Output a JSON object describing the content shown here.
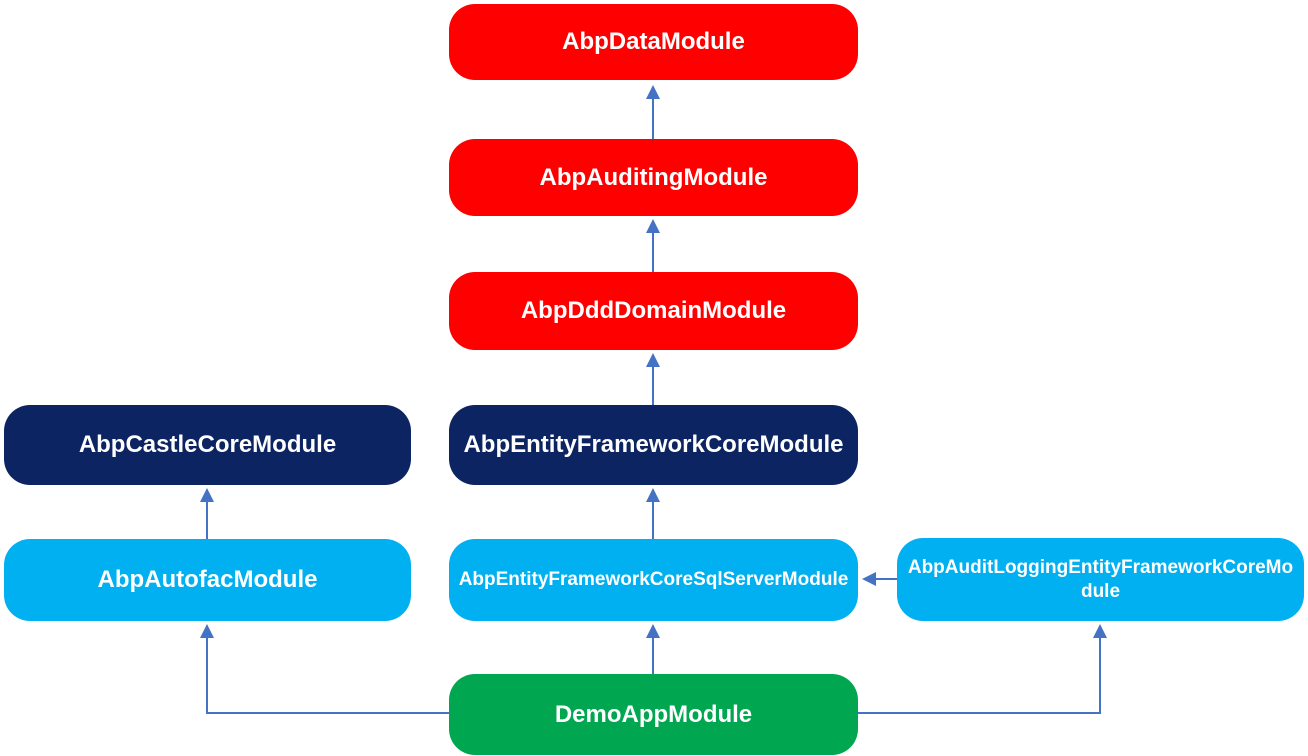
{
  "diagram": {
    "type": "dependency-diagram",
    "colors": {
      "red": "#FE0000",
      "dark_navy": "#0D2463",
      "light_blue": "#00B0F0",
      "green": "#00A650",
      "arrow": "#4472C4",
      "label_text": "#FFFFFF",
      "background": "#FFFFFF"
    },
    "nodes": [
      {
        "id": "abp-data-module",
        "label": "AbpDataModule",
        "color": "#FE0000"
      },
      {
        "id": "abp-auditing-module",
        "label": "AbpAuditingModule",
        "color": "#FE0000"
      },
      {
        "id": "abp-ddd-domain-module",
        "label": "AbpDddDomainModule",
        "color": "#FE0000"
      },
      {
        "id": "abp-castle-core-module",
        "label": "AbpCastleCoreModule",
        "color": "#0D2463"
      },
      {
        "id": "abp-entity-framework-core-module",
        "label": "AbpEntityFrameworkCoreModule",
        "color": "#0D2463"
      },
      {
        "id": "abp-autofac-module",
        "label": "AbpAutofacModule",
        "color": "#00B0F0"
      },
      {
        "id": "abp-entity-framework-core-sql-server-module",
        "label": "AbpEntityFrameworkCoreSqlServerModule",
        "color": "#00B0F0"
      },
      {
        "id": "abp-audit-logging-entity-framework-core-module",
        "label": "AbpAuditLoggingEntityFrameworkCoreModule",
        "color": "#00B0F0"
      },
      {
        "id": "demo-app-module",
        "label": "DemoAppModule",
        "color": "#00A650"
      }
    ],
    "edges": [
      {
        "from": "abp-auditing-module",
        "to": "abp-data-module",
        "shape": "straight-up"
      },
      {
        "from": "abp-ddd-domain-module",
        "to": "abp-auditing-module",
        "shape": "straight-up"
      },
      {
        "from": "abp-entity-framework-core-module",
        "to": "abp-ddd-domain-module",
        "shape": "straight-up"
      },
      {
        "from": "abp-autofac-module",
        "to": "abp-castle-core-module",
        "shape": "straight-up"
      },
      {
        "from": "abp-entity-framework-core-sql-server-module",
        "to": "abp-entity-framework-core-module",
        "shape": "straight-up"
      },
      {
        "from": "abp-audit-logging-entity-framework-core-module",
        "to": "abp-entity-framework-core-sql-server-module",
        "shape": "straight-left"
      },
      {
        "from": "demo-app-module",
        "to": "abp-entity-framework-core-sql-server-module",
        "shape": "straight-up"
      },
      {
        "from": "demo-app-module",
        "to": "abp-autofac-module",
        "shape": "elbow-left-up"
      },
      {
        "from": "demo-app-module",
        "to": "abp-audit-logging-entity-framework-core-module",
        "shape": "elbow-right-up"
      }
    ]
  }
}
